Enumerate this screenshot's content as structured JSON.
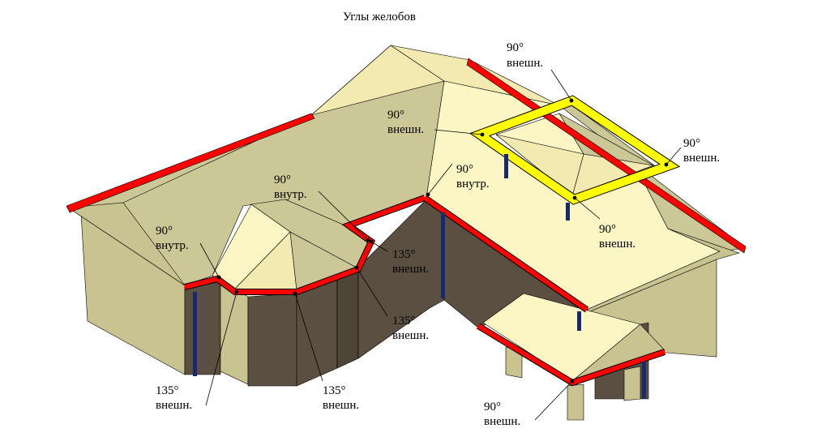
{
  "title": "Углы желобов",
  "colors": {
    "background": "#ffffff",
    "roof_light": "#fcf6c4",
    "roof_mid": "#f3eab2",
    "roof_shade": "#cbc796",
    "wall_light": "#c9c391",
    "wall_mid": "#a7a27b",
    "wall_dark": "#5b4f42",
    "wall_darkest": "#4e4537",
    "gutter_red": "#ff0000",
    "gutter_yellow": "#ffff00",
    "downpipe": "#1a2b5e",
    "leader": "#000000"
  },
  "labels": [
    {
      "id": "a",
      "angle": "90°",
      "type": "внешн."
    },
    {
      "id": "b",
      "angle": "90°",
      "type": "внешн."
    },
    {
      "id": "c",
      "angle": "90°",
      "type": "внешн."
    },
    {
      "id": "d",
      "angle": "90°",
      "type": "внутр."
    },
    {
      "id": "e",
      "angle": "90°",
      "type": "внутр."
    },
    {
      "id": "f",
      "angle": "90°",
      "type": "внутр."
    },
    {
      "id": "g",
      "angle": "90°",
      "type": "внешн."
    },
    {
      "id": "h",
      "angle": "135°",
      "type": "внешн."
    },
    {
      "id": "i",
      "angle": "135°",
      "type": "внешн."
    },
    {
      "id": "j",
      "angle": "135°",
      "type": "внешн."
    },
    {
      "id": "k",
      "angle": "135°",
      "type": "внешн."
    },
    {
      "id": "l",
      "angle": "90°",
      "type": "внешн."
    }
  ]
}
